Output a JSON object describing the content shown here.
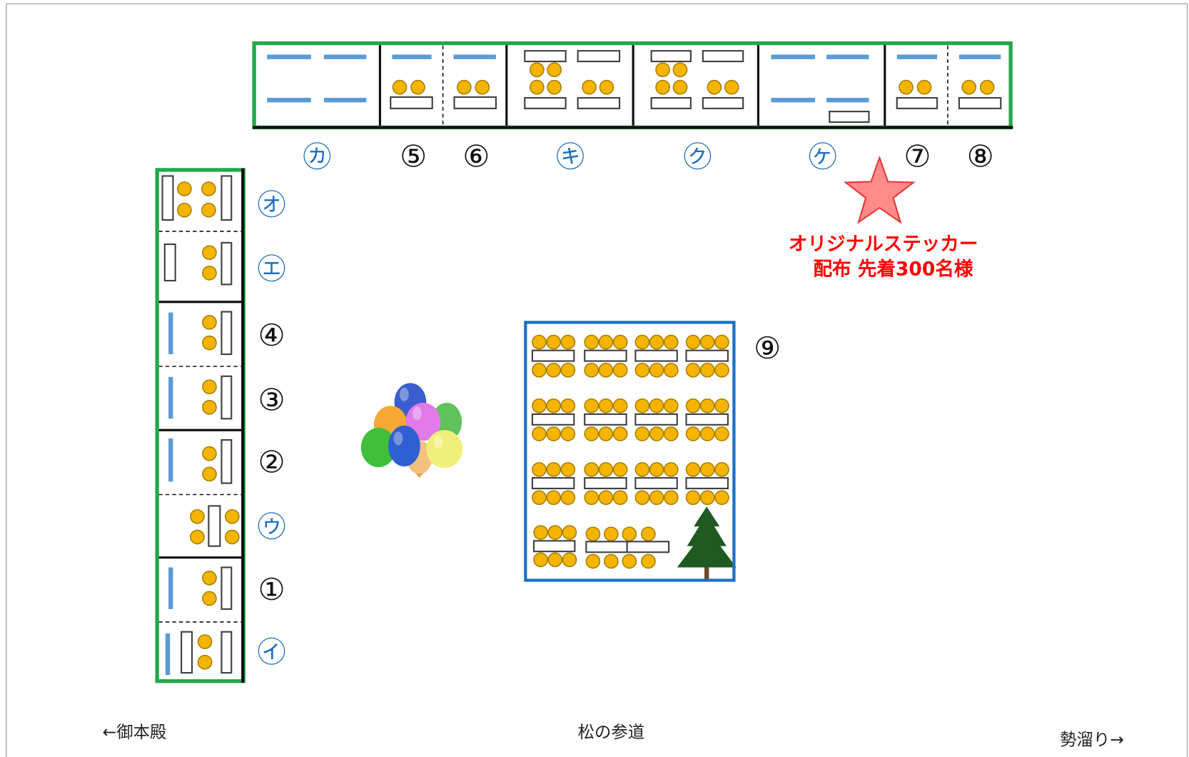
{
  "colors": {
    "frame_gray": "#b3b3b3",
    "booth_border_green": "#22a84a",
    "divider_black": "#111111",
    "katakana_label_blue": "#1f6fc0",
    "number_label_black": "#111111",
    "plaza_border_blue": "#1f6fc0",
    "display_bar_blue": "#5b9bd5",
    "seat_orange": "#f5b400",
    "seat_outline": "#a88000",
    "table_outline": "#404040",
    "notice_red": "#ff0000",
    "star_fill": "#ff8a8a",
    "star_outline": "#e23a3a",
    "tree_green": "#1e5a22"
  },
  "top_row": {
    "labels": [
      "㋕",
      "⑤",
      "⑥",
      "㋖",
      "㋗",
      "㋘",
      "⑦",
      "⑧"
    ]
  },
  "left_column": {
    "labels": [
      "㋔",
      "㋓",
      "④",
      "③",
      "②",
      "㋒",
      "①",
      "㋑"
    ]
  },
  "plaza": {
    "label": "⑨",
    "decoration_icon": "tree-icon"
  },
  "balloons": {
    "icon": "balloons-icon"
  },
  "notice": {
    "icon": "star-icon",
    "line1": "オリジナルステッカー",
    "line2": "配布 先着300名様"
  },
  "directions": {
    "left": "←御本殿",
    "center": "松の参道",
    "right": "勢溜り→"
  }
}
